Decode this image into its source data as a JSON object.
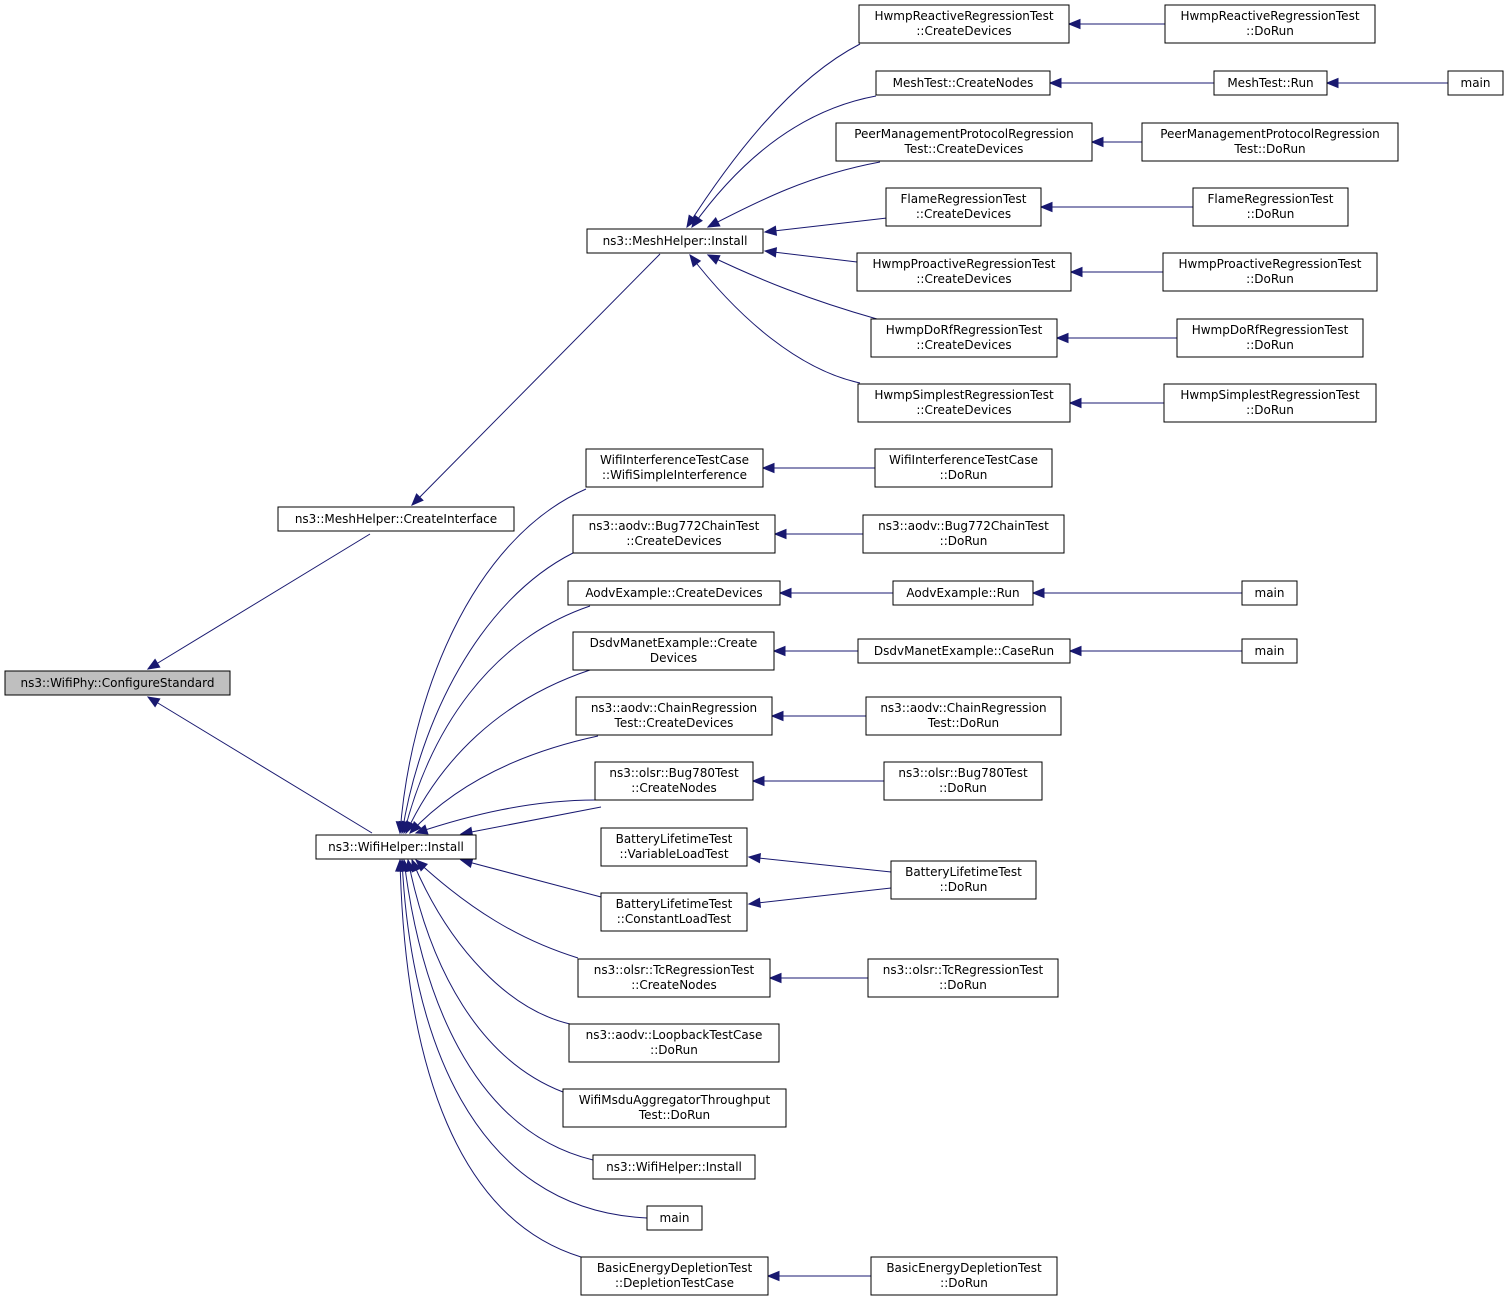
{
  "graph": {
    "nodes": [
      {
        "id": "root",
        "lines": [
          "ns3::WifiPhy::ConfigureStandard"
        ],
        "root": true
      },
      {
        "id": "mh_ci",
        "lines": [
          "ns3::MeshHelper::CreateInterface"
        ]
      },
      {
        "id": "wh_inst",
        "lines": [
          "ns3::WifiHelper::Install"
        ]
      },
      {
        "id": "mh_inst",
        "lines": [
          "ns3::MeshHelper::Install"
        ]
      },
      {
        "id": "hrr_cd",
        "lines": [
          "HwmpReactiveRegressionTest",
          "::CreateDevices"
        ]
      },
      {
        "id": "hrr_dr",
        "lines": [
          "HwmpReactiveRegressionTest",
          "::DoRun"
        ]
      },
      {
        "id": "mt_cn",
        "lines": [
          "MeshTest::CreateNodes"
        ]
      },
      {
        "id": "mt_run",
        "lines": [
          "MeshTest::Run"
        ]
      },
      {
        "id": "main1",
        "lines": [
          "main"
        ]
      },
      {
        "id": "pmp_cd",
        "lines": [
          "PeerManagementProtocolRegression",
          "Test::CreateDevices"
        ]
      },
      {
        "id": "pmp_dr",
        "lines": [
          "PeerManagementProtocolRegression",
          "Test::DoRun"
        ]
      },
      {
        "id": "fr_cd",
        "lines": [
          "FlameRegressionTest",
          "::CreateDevices"
        ]
      },
      {
        "id": "fr_dr",
        "lines": [
          "FlameRegressionTest",
          "::DoRun"
        ]
      },
      {
        "id": "hpr_cd",
        "lines": [
          "HwmpProactiveRegressionTest",
          "::CreateDevices"
        ]
      },
      {
        "id": "hpr_dr",
        "lines": [
          "HwmpProactiveRegressionTest",
          "::DoRun"
        ]
      },
      {
        "id": "hdr_cd",
        "lines": [
          "HwmpDoRfRegressionTest",
          "::CreateDevices"
        ]
      },
      {
        "id": "hdr_dr",
        "lines": [
          "HwmpDoRfRegressionTest",
          "::DoRun"
        ]
      },
      {
        "id": "hsr_cd",
        "lines": [
          "HwmpSimplestRegressionTest",
          "::CreateDevices"
        ]
      },
      {
        "id": "hsr_dr",
        "lines": [
          "HwmpSimplestRegressionTest",
          "::DoRun"
        ]
      },
      {
        "id": "wit_wsi",
        "lines": [
          "WifiInterferenceTestCase",
          "::WifiSimpleInterference"
        ]
      },
      {
        "id": "wit_dr",
        "lines": [
          "WifiInterferenceTestCase",
          "::DoRun"
        ]
      },
      {
        "id": "b772_cd",
        "lines": [
          "ns3::aodv::Bug772ChainTest",
          "::CreateDevices"
        ]
      },
      {
        "id": "b772_dr",
        "lines": [
          "ns3::aodv::Bug772ChainTest",
          "::DoRun"
        ]
      },
      {
        "id": "ae_cd",
        "lines": [
          "AodvExample::CreateDevices"
        ]
      },
      {
        "id": "ae_run",
        "lines": [
          "AodvExample::Run"
        ]
      },
      {
        "id": "main2",
        "lines": [
          "main"
        ]
      },
      {
        "id": "dme_cd",
        "lines": [
          "DsdvManetExample::Create",
          "Devices"
        ]
      },
      {
        "id": "dme_cr",
        "lines": [
          "DsdvManetExample::CaseRun"
        ]
      },
      {
        "id": "main3",
        "lines": [
          "main"
        ]
      },
      {
        "id": "acr_cd",
        "lines": [
          "ns3::aodv::ChainRegression",
          "Test::CreateDevices"
        ]
      },
      {
        "id": "acr_dr",
        "lines": [
          "ns3::aodv::ChainRegression",
          "Test::DoRun"
        ]
      },
      {
        "id": "b780_cn",
        "lines": [
          "ns3::olsr::Bug780Test",
          "::CreateNodes"
        ]
      },
      {
        "id": "b780_dr",
        "lines": [
          "ns3::olsr::Bug780Test",
          "::DoRun"
        ]
      },
      {
        "id": "blt_vlt",
        "lines": [
          "BatteryLifetimeTest",
          "::VariableLoadTest"
        ]
      },
      {
        "id": "blt_dr",
        "lines": [
          "BatteryLifetimeTest",
          "::DoRun"
        ]
      },
      {
        "id": "blt_clt",
        "lines": [
          "BatteryLifetimeTest",
          "::ConstantLoadTest"
        ]
      },
      {
        "id": "tcr_cn",
        "lines": [
          "ns3::olsr::TcRegressionTest",
          "::CreateNodes"
        ]
      },
      {
        "id": "tcr_dr",
        "lines": [
          "ns3::olsr::TcRegressionTest",
          "::DoRun"
        ]
      },
      {
        "id": "lbt_dr",
        "lines": [
          "ns3::aodv::LoopbackTestCase",
          "::DoRun"
        ]
      },
      {
        "id": "wma_dr",
        "lines": [
          "WifiMsduAggregatorThroughput",
          "Test::DoRun"
        ]
      },
      {
        "id": "wh_inst2",
        "lines": [
          "ns3::WifiHelper::Install"
        ]
      },
      {
        "id": "main4",
        "lines": [
          "main"
        ]
      },
      {
        "id": "bed_dtc",
        "lines": [
          "BasicEnergyDepletionTest",
          "::DepletionTestCase"
        ]
      },
      {
        "id": "bed_dr",
        "lines": [
          "BasicEnergyDepletionTest",
          "::DoRun"
        ]
      }
    ],
    "edges": [
      [
        "root",
        "mh_ci"
      ],
      [
        "root",
        "wh_inst"
      ],
      [
        "mh_ci",
        "mh_inst"
      ],
      [
        "mh_inst",
        "hrr_cd"
      ],
      [
        "mh_inst",
        "mt_cn"
      ],
      [
        "mh_inst",
        "pmp_cd"
      ],
      [
        "mh_inst",
        "fr_cd"
      ],
      [
        "mh_inst",
        "hpr_cd"
      ],
      [
        "mh_inst",
        "hdr_cd"
      ],
      [
        "mh_inst",
        "hsr_cd"
      ],
      [
        "hrr_cd",
        "hrr_dr"
      ],
      [
        "mt_cn",
        "mt_run"
      ],
      [
        "mt_run",
        "main1"
      ],
      [
        "pmp_cd",
        "pmp_dr"
      ],
      [
        "fr_cd",
        "fr_dr"
      ],
      [
        "hpr_cd",
        "hpr_dr"
      ],
      [
        "hdr_cd",
        "hdr_dr"
      ],
      [
        "hsr_cd",
        "hsr_dr"
      ],
      [
        "wh_inst",
        "wit_wsi"
      ],
      [
        "wh_inst",
        "b772_cd"
      ],
      [
        "wh_inst",
        "ae_cd"
      ],
      [
        "wh_inst",
        "dme_cd"
      ],
      [
        "wh_inst",
        "acr_cd"
      ],
      [
        "wh_inst",
        "b780_cn"
      ],
      [
        "wh_inst",
        "blt_vlt"
      ],
      [
        "wh_inst",
        "blt_clt"
      ],
      [
        "wh_inst",
        "tcr_cn"
      ],
      [
        "wh_inst",
        "lbt_dr"
      ],
      [
        "wh_inst",
        "wma_dr"
      ],
      [
        "wh_inst",
        "wh_inst2"
      ],
      [
        "wh_inst",
        "main4"
      ],
      [
        "wh_inst",
        "bed_dtc"
      ],
      [
        "wit_wsi",
        "wit_dr"
      ],
      [
        "b772_cd",
        "b772_dr"
      ],
      [
        "ae_cd",
        "ae_run"
      ],
      [
        "ae_run",
        "main2"
      ],
      [
        "dme_cd",
        "dme_cr"
      ],
      [
        "dme_cr",
        "main3"
      ],
      [
        "acr_cd",
        "acr_dr"
      ],
      [
        "b780_cn",
        "b780_dr"
      ],
      [
        "blt_vlt",
        "blt_dr"
      ],
      [
        "blt_clt",
        "blt_dr"
      ],
      [
        "tcr_cn",
        "tcr_dr"
      ],
      [
        "bed_dtc",
        "bed_dr"
      ]
    ]
  }
}
